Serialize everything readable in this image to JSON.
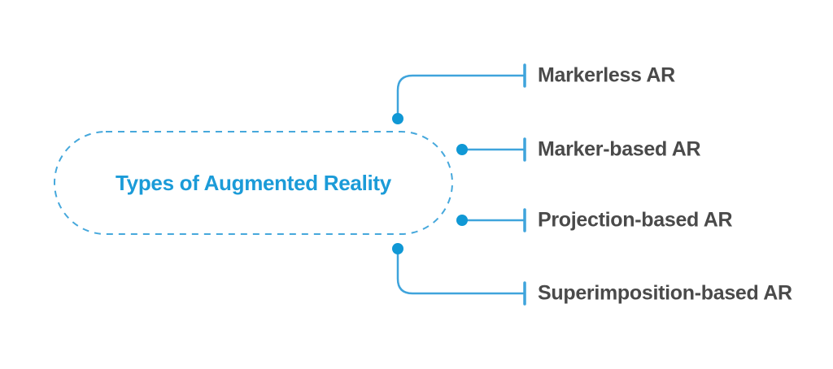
{
  "diagram": {
    "title": "Types of Augmented Reality",
    "branches": [
      {
        "label": "Markerless AR"
      },
      {
        "label": "Marker-based AR"
      },
      {
        "label": "Projection-based AR"
      },
      {
        "label": "Superimposition-based AR"
      }
    ],
    "colors": {
      "node_border_blue": "#46a8dc",
      "connector_blue": "#3fa4dc",
      "dot_blue": "#1098d5",
      "title_blue": "#1b9bd8",
      "label_gray": "#4a4a4a",
      "background": "#ffffff"
    }
  }
}
